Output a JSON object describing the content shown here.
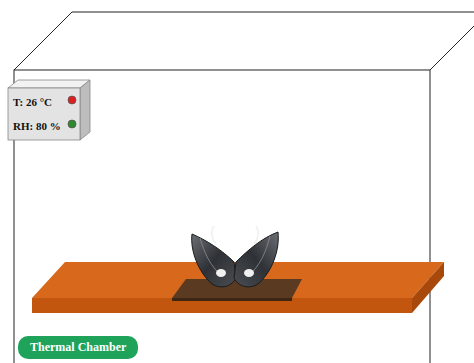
{
  "diagram": {
    "nodes": [
      {
        "text": [
          "T: 26 °C",
          "RH: 80 %"
        ]
      },
      {
        "text": [
          "Thermal Chamber"
        ]
      }
    ]
  }
}
